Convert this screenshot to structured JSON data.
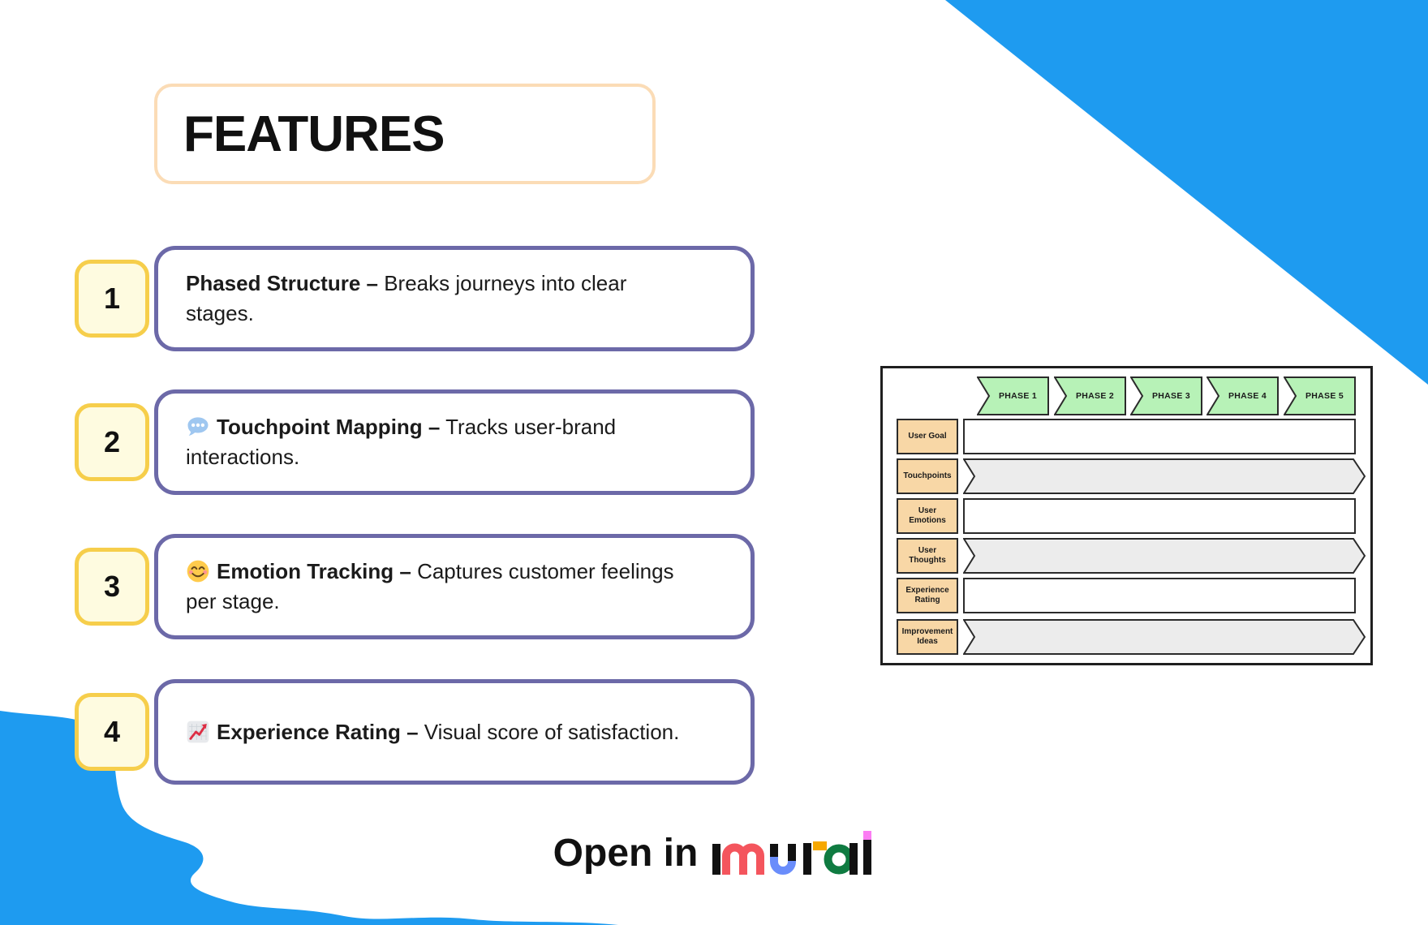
{
  "title": {
    "label": "FEATURES"
  },
  "features": [
    {
      "number": "1",
      "icon": "none",
      "title": "Phased Structure –",
      "description": "Breaks journeys into clear stages."
    },
    {
      "number": "2",
      "icon": "speech-balloon-emoji",
      "title": "Touchpoint Mapping –",
      "description": "Tracks user-brand interactions."
    },
    {
      "number": "3",
      "icon": "smiling-face-emoji",
      "title": "Emotion Tracking –",
      "description": "Captures customer feelings per stage."
    },
    {
      "number": "4",
      "icon": "chart-increasing-emoji",
      "title": "Experience Rating –",
      "description": "Visual score of satisfaction."
    }
  ],
  "journey_map": {
    "phases": [
      "PHASE 1",
      "PHASE 2",
      "PHASE 3",
      "PHASE 4",
      "PHASE 5"
    ],
    "row_labels": [
      "User Goal",
      "Touchpoints",
      "User Emotions",
      "User Thoughts",
      "Experience Rating",
      "Improvement Ideas"
    ]
  },
  "footer": {
    "open_in": "Open in",
    "brand": "Mural"
  },
  "colors": {
    "accent_blue": "#1E9BF0",
    "purple_border": "#6C69A8",
    "yellow_border": "#F6CE4B",
    "yellow_fill": "#FEFBE0",
    "peach_border": "#FBDCB6",
    "phase_green": "#B7F2B7",
    "label_tan": "#F8D7A6",
    "band_gray": "#ECECEC",
    "logo_red": "#F4555D",
    "logo_blue": "#6A8DFB",
    "logo_orange": "#F6A800",
    "logo_green": "#0F7B41",
    "logo_pink": "#FB7DF3"
  }
}
